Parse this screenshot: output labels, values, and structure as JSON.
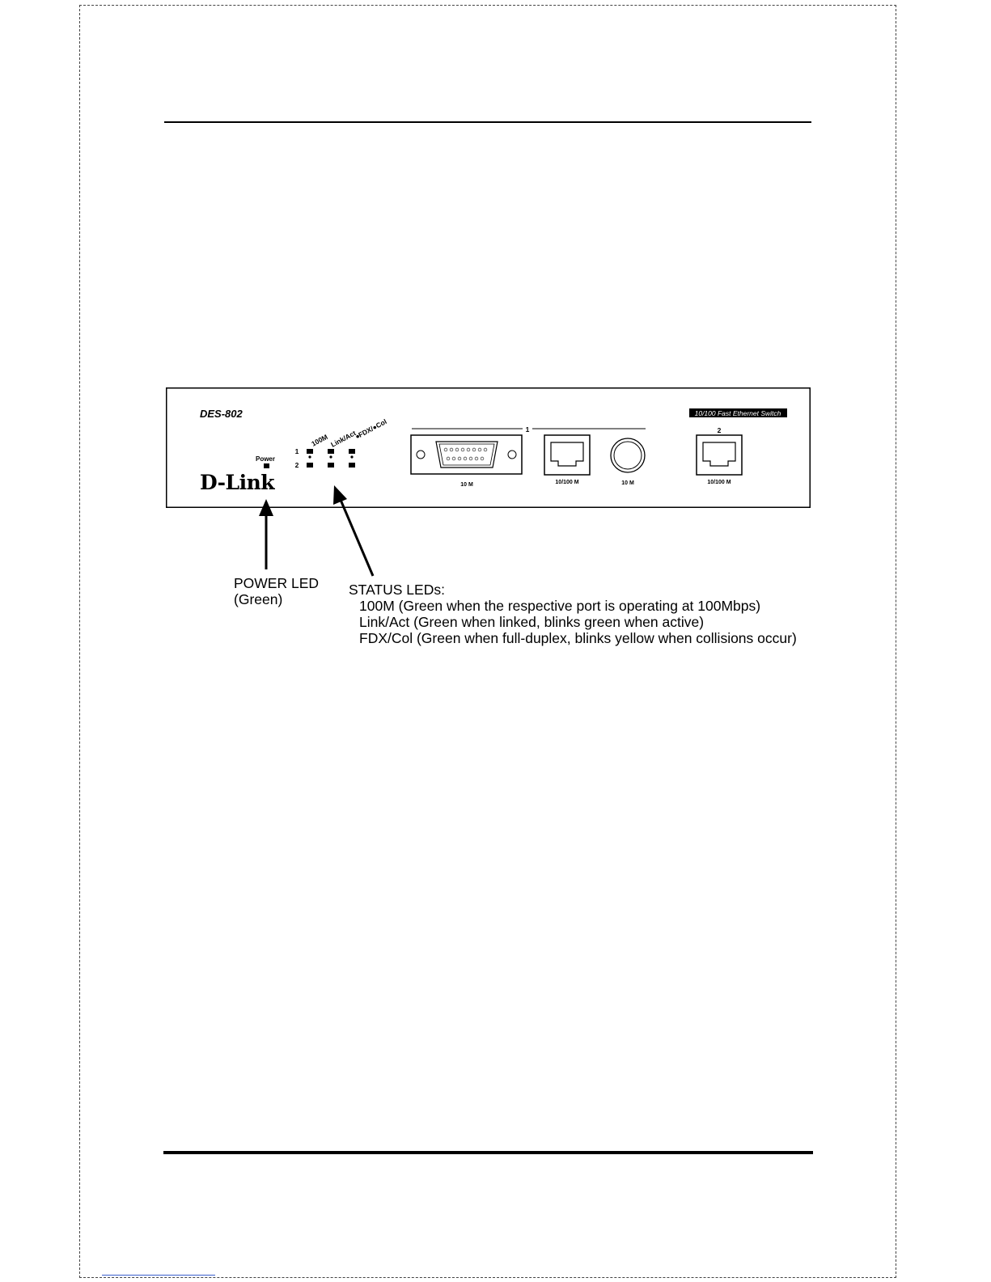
{
  "device": {
    "model": "DES-802",
    "brand_logo": "D-Link",
    "product_label": "10/100 Fast Ethernet Switch",
    "power_label": "Power",
    "led_headers": [
      "100M",
      "Link/Act",
      "FDX/●Col"
    ],
    "led_header_bullet": "●",
    "led_rows": [
      "1",
      "2"
    ],
    "port_group_1_label": "1",
    "port_group_2_label": "2",
    "ports": [
      {
        "name": "aui",
        "label": "10 M"
      },
      {
        "name": "rj45-1",
        "label": "10/100 M"
      },
      {
        "name": "bnc",
        "label": "10 M"
      },
      {
        "name": "rj45-2",
        "label": "10/100 M"
      }
    ]
  },
  "callouts": {
    "power": {
      "title": "POWER LED",
      "subtitle": "(Green)"
    },
    "status": {
      "title": "STATUS LEDs:",
      "items": [
        "100M (Green when the respective port is operating at 100Mbps)",
        "Link/Act (Green when linked, blinks green when active)",
        "FDX/Col (Green when full-duplex, blinks yellow when collisions occur)"
      ]
    }
  },
  "colors": {
    "ink": "#000000",
    "paper": "#ffffff",
    "page_border": "#444444",
    "link_line": "#3a5fcd"
  }
}
